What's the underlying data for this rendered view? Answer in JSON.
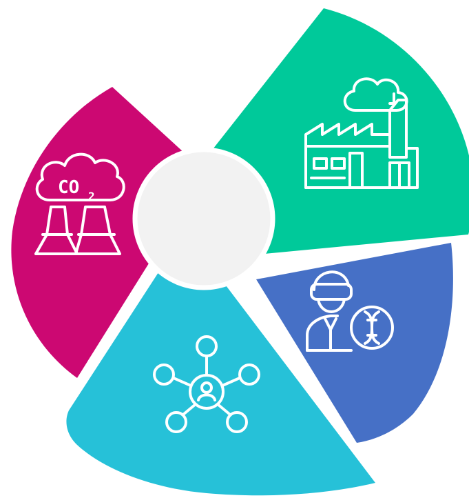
{
  "diagram": {
    "segments": [
      {
        "id": "emissions",
        "icon": "co2-cooling-towers-icon",
        "color": "#cc0872"
      },
      {
        "id": "industry",
        "icon": "factory-icon",
        "color": "#00c99a"
      },
      {
        "id": "research",
        "icon": "scientist-dna-icon",
        "color": "#4670c6"
      },
      {
        "id": "network",
        "icon": "network-person-icon",
        "color": "#26c1d8"
      }
    ],
    "center": {
      "color": "#f2f2f2"
    },
    "co2_label": "CO",
    "co2_subscript": "2"
  }
}
